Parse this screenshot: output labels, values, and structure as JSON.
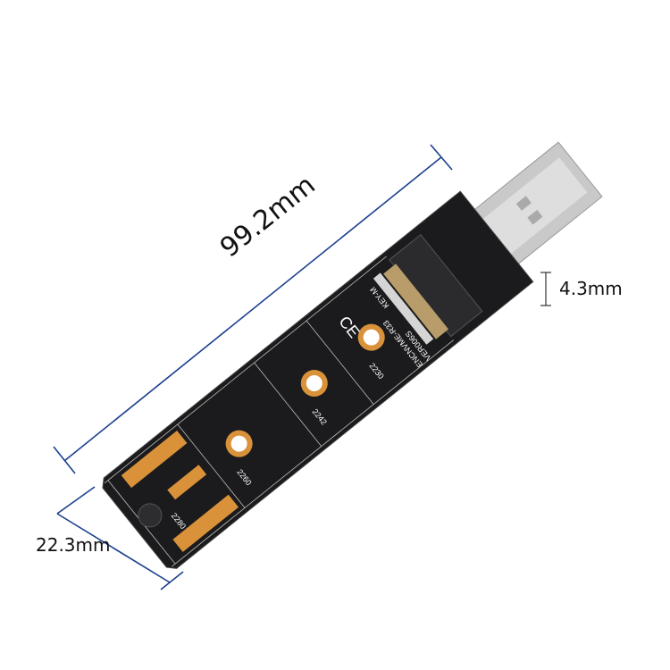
{
  "dimensions": {
    "length": "99.2mm",
    "thickness": "4.3mm",
    "width": "22.3mm"
  },
  "board": {
    "model": "ENCNVME-R33",
    "version": "VER006S",
    "key": "KEY-M",
    "mount_labels": [
      "2230",
      "2242",
      "2260",
      "2280"
    ],
    "cert_mark": "CE"
  },
  "colors": {
    "dimension_line": "#1a3f8f",
    "pcb": "#1b1b1d",
    "pads": "#d9923a",
    "usb": "#c9c9c9"
  }
}
